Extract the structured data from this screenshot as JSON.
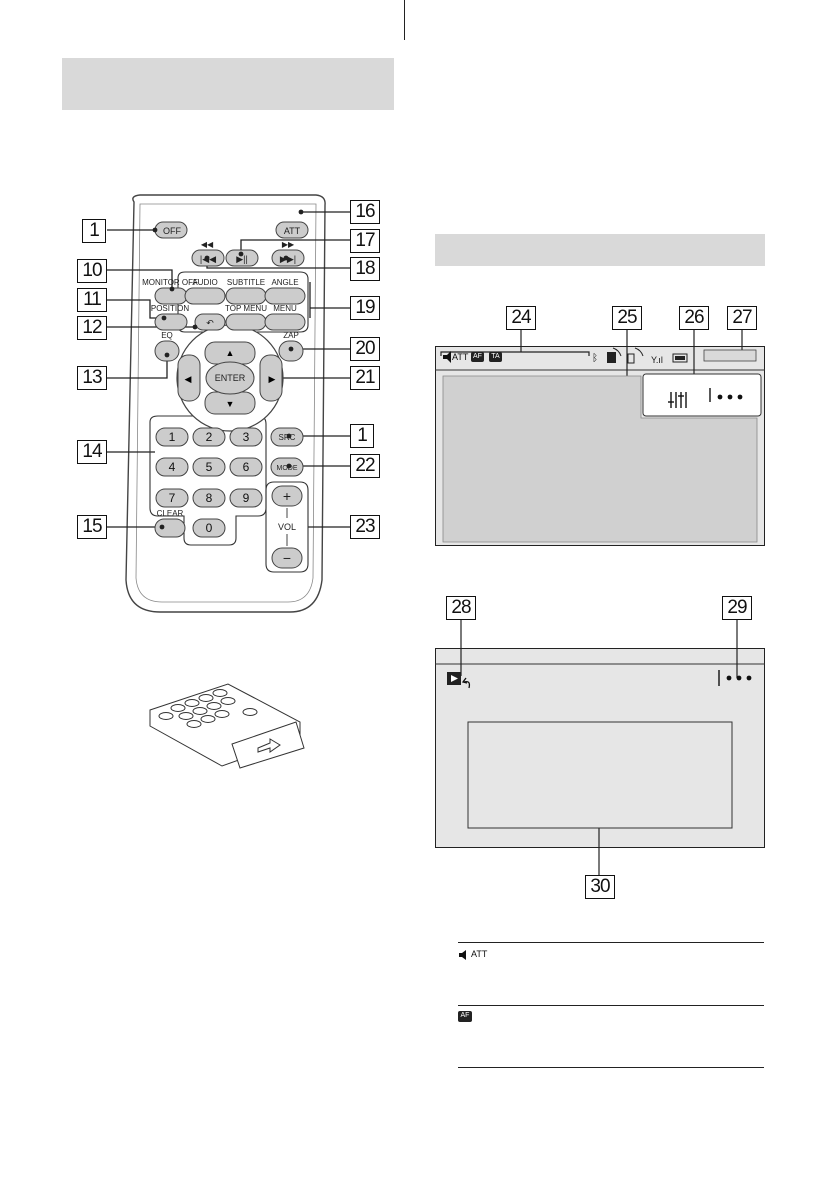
{
  "remote": {
    "callouts": [
      "1",
      "16",
      "17",
      "10",
      "18",
      "11",
      "19",
      "12",
      "20",
      "13",
      "21",
      "14",
      "1",
      "22",
      "15",
      "23"
    ],
    "buttons": {
      "off": "OFF",
      "att": "ATT",
      "monitor_off": "MONITOR OFF",
      "position": "POSITION",
      "audio": "AUDIO",
      "subtitle": "SUBTITLE",
      "angle": "ANGLE",
      "top_menu": "TOP MENU",
      "menu": "MENU",
      "eq": "EQ",
      "zap": "ZAP",
      "enter": "ENTER",
      "src": "SRC",
      "mode": "MODE",
      "clear": "CLEAR",
      "vol": "VOL",
      "plus": "+",
      "minus": "−",
      "n1": "1",
      "n2": "2",
      "n3": "3",
      "n4": "4",
      "n5": "5",
      "n6": "6",
      "n7": "7",
      "n8": "8",
      "n9": "9",
      "n0": "0"
    }
  },
  "display1": {
    "callouts": [
      "24",
      "25",
      "26",
      "27"
    ],
    "status_att": "ATT",
    "status_af": "AF",
    "status_ta": "TA"
  },
  "display2": {
    "callouts": [
      "28",
      "29",
      "30"
    ]
  },
  "legend": {
    "row1": "ATT",
    "row2": "AF"
  }
}
